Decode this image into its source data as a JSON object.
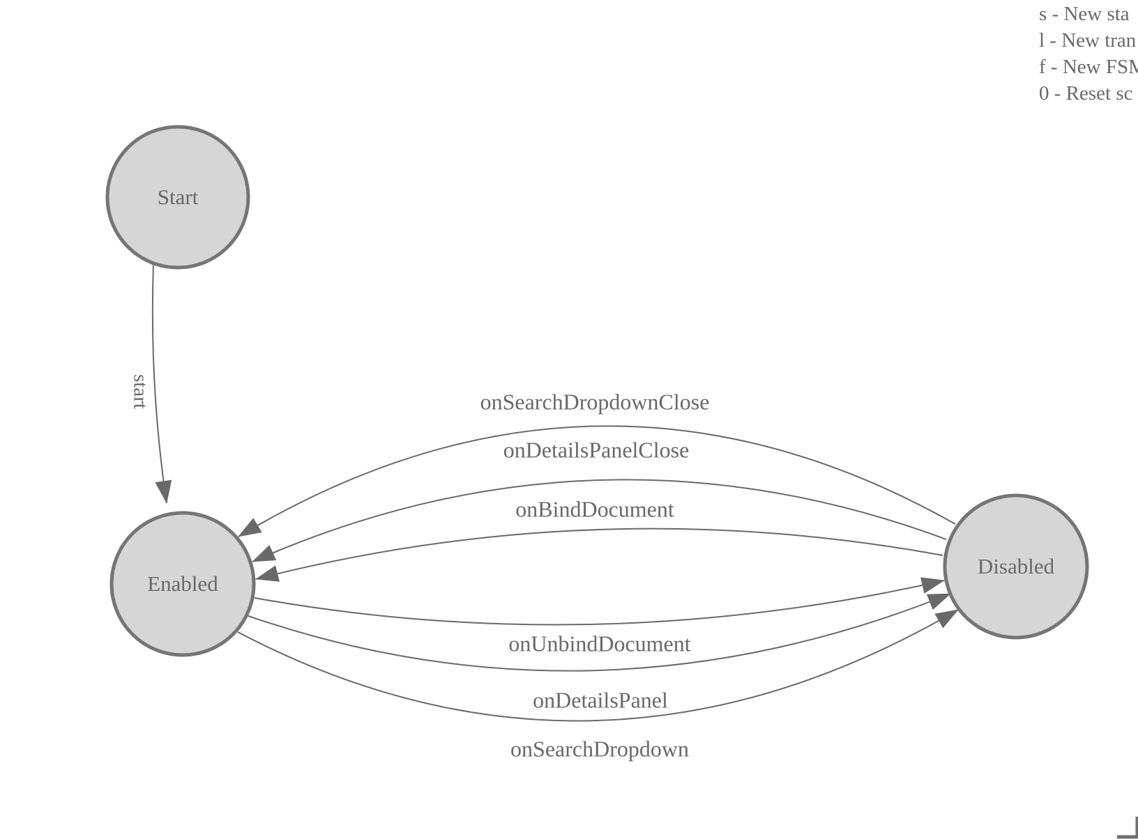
{
  "colors": {
    "background": "#ffffff",
    "node_fill": "#d6d6d6",
    "node_stroke": "#757575",
    "edge_stroke": "#696969",
    "text": "#696969",
    "corner_mark": "#6f6f6f"
  },
  "legend": {
    "lines": [
      "s - New sta",
      "l - New tran",
      "f - New FSM",
      "0 - Reset sc"
    ]
  },
  "fsm": {
    "states": [
      {
        "id": "start",
        "label": "Start"
      },
      {
        "id": "enabled",
        "label": "Enabled"
      },
      {
        "id": "disabled",
        "label": "Disabled"
      }
    ],
    "transitions": [
      {
        "from": "Start",
        "to": "Enabled",
        "label": "start"
      },
      {
        "from": "Disabled",
        "to": "Enabled",
        "label": "onSearchDropdownClose"
      },
      {
        "from": "Disabled",
        "to": "Enabled",
        "label": "onDetailsPanelClose"
      },
      {
        "from": "Disabled",
        "to": "Enabled",
        "label": "onBindDocument"
      },
      {
        "from": "Enabled",
        "to": "Disabled",
        "label": "onUnbindDocument"
      },
      {
        "from": "Enabled",
        "to": "Disabled",
        "label": "onDetailsPanel"
      },
      {
        "from": "Enabled",
        "to": "Disabled",
        "label": "onSearchDropdown"
      }
    ]
  }
}
